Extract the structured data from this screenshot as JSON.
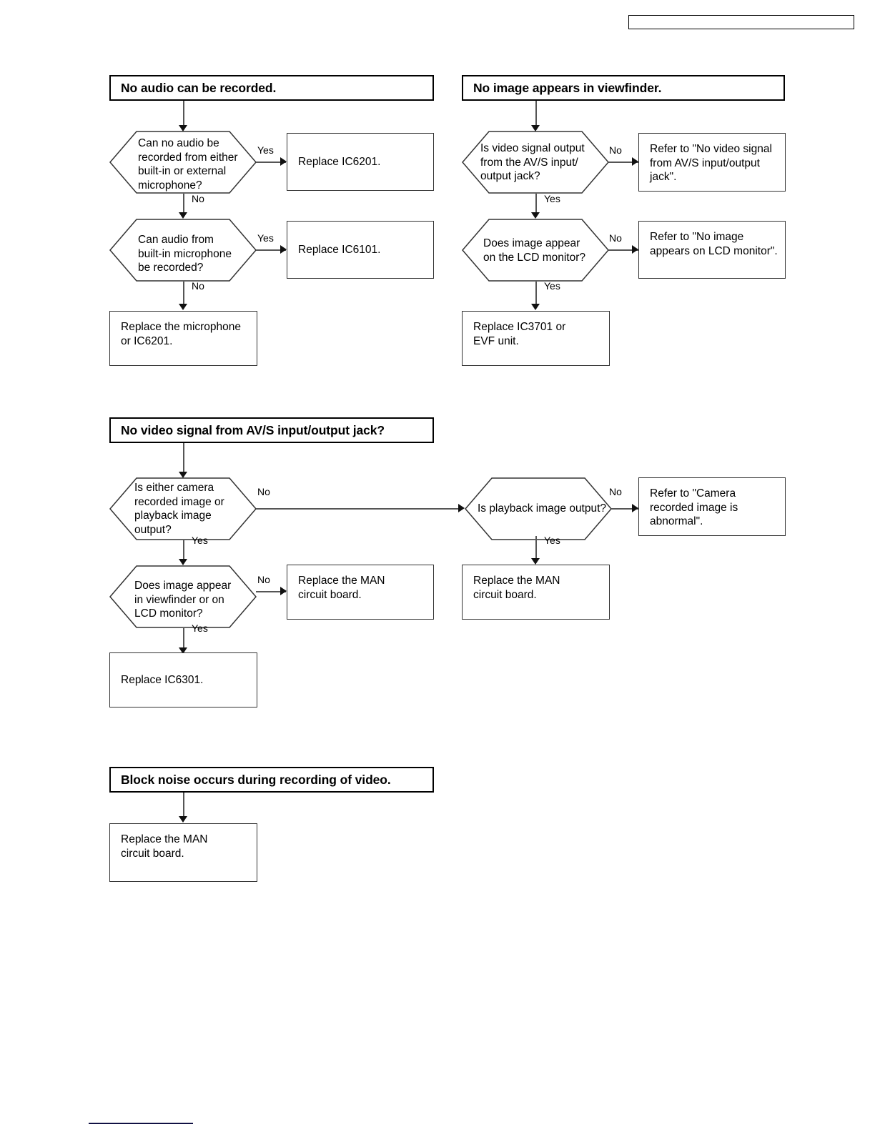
{
  "page": {
    "header_box_text": "",
    "footer_rule_color": "#111144"
  },
  "sections": [
    {
      "id": "no-audio",
      "title": "No audio can be recorded.",
      "nodes": {
        "d1": "Can no audio be\nrecorded from either\nbuilt-in or external\nmicrophone?",
        "d1_yes": "Yes",
        "d1_no": "No",
        "a1": "Replace IC6201.",
        "d2": "Can audio from\nbuilt-in microphone\nbe recorded?",
        "d2_yes": "Yes",
        "d2_no": "No",
        "a2": "Replace IC6101.",
        "a3": "Replace the microphone\nor IC6201."
      }
    },
    {
      "id": "no-image-viewfinder",
      "title": "No image appears in viewfinder.",
      "nodes": {
        "d1": "Is video signal output\nfrom the AV/S input/\noutput jack?",
        "d1_no": "No",
        "d1_yes": "Yes",
        "a1": "Refer to \"No video signal\nfrom AV/S input/output\njack\".",
        "d2": "Does image appear\non the LCD monitor?",
        "d2_no": "No",
        "d2_yes": "Yes",
        "a2": "Refer to \"No image\nappears on LCD monitor\".",
        "a3": "Replace IC3701 or\nEVF unit."
      }
    },
    {
      "id": "no-video-signal",
      "title": "No video signal from AV/S input/output jack?",
      "nodes": {
        "d1": "Is either camera\nrecorded image or\nplayback image\noutput?",
        "d1_no": "No",
        "d1_yes": "Yes",
        "d2": "Is playback image output?",
        "d2_no": "No",
        "d2_yes": "Yes",
        "a_playback_no": "Refer to \"Camera\nrecorded image is\nabnormal\".",
        "a_playback_yes": "Replace the MAN\ncircuit board.",
        "d3": "Does image appear\nin viewfinder or on\nLCD monitor?",
        "d3_no": "No",
        "d3_yes": "Yes",
        "a_d3_no": "Replace the MAN\ncircuit board.",
        "a_d3_yes": "Replace IC6301."
      }
    },
    {
      "id": "block-noise",
      "title": "Block noise occurs during recording of video.",
      "nodes": {
        "a1": "Replace the MAN\ncircuit board."
      }
    }
  ]
}
